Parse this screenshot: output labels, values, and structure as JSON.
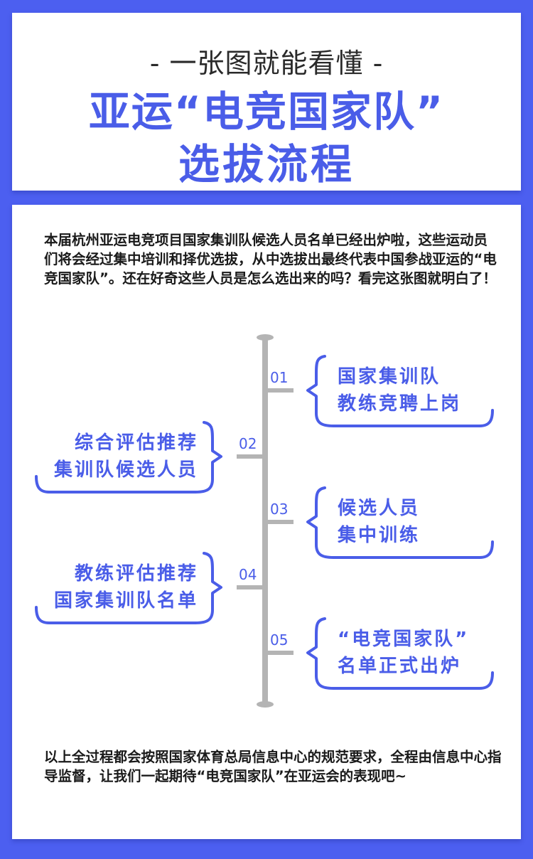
{
  "header": {
    "subtitle": "- 一张图就能看懂 -",
    "title_line1": "亚运“电竞国家队”",
    "title_line2": "选拔流程"
  },
  "intro": "本届杭州亚运电竞项目国家集训队候选人员名单已经出炉啦，这些运动员们将会经过集中培训和择优选拔，从中选拔出最终代表中国参战亚运的“电竞国家队”。还在好奇这些人员是怎么选出来的吗？看完这张图就明白了！",
  "steps": [
    {
      "num": "01",
      "side": "right",
      "line1": "国家集训队",
      "line2": "教练竞聘上岗"
    },
    {
      "num": "02",
      "side": "left",
      "line1": "综合评估推荐",
      "line2": "集训队候选人员"
    },
    {
      "num": "03",
      "side": "right",
      "line1": "候选人员",
      "line2": "集中训练"
    },
    {
      "num": "04",
      "side": "left",
      "line1": "教练评估推荐",
      "line2": "国家集训队名单"
    },
    {
      "num": "05",
      "side": "right",
      "line1": "“电竞国家队”",
      "line2": "名单正式出炉"
    }
  ],
  "outro": "以上全过程都会按照国家体育总局信息中心的规范要求，全程由信息中心指导监督，让我们一起期待“电竞国家队”在亚运会的表现吧~",
  "colors": {
    "background": "#4c5ff0",
    "accent": "#4a5de8",
    "timeline": "#b4b4b4",
    "text": "#1a1a1a"
  }
}
